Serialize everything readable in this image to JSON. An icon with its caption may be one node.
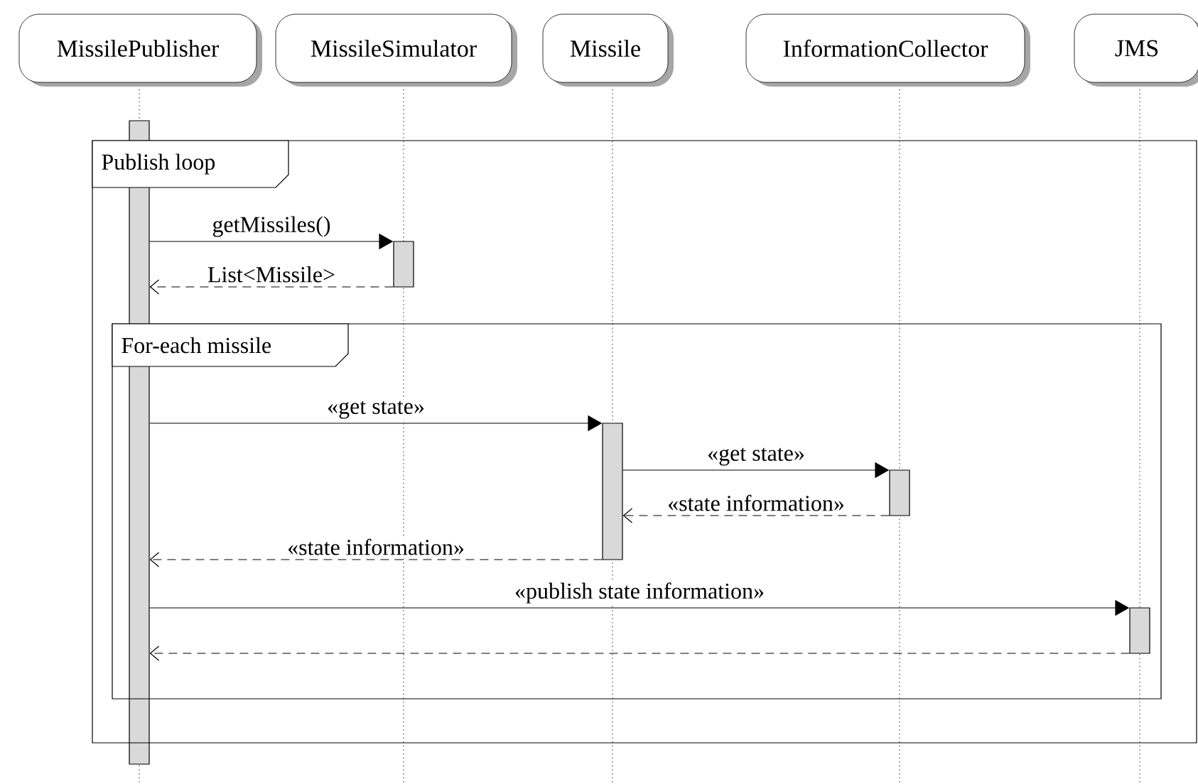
{
  "diagram": {
    "nodes": [
      {
        "text": [
          "MissilePublisher"
        ]
      },
      {
        "text": [
          "MissileSimulator"
        ]
      },
      {
        "text": [
          "Missile"
        ]
      },
      {
        "text": [
          "InformationCollector"
        ]
      },
      {
        "text": [
          "JMS"
        ]
      },
      {
        "text": [
          "Publish loop"
        ]
      },
      {
        "text": [
          "For-each missile"
        ],
        "in": 5
      },
      {
        "text": [],
        "shape": "bar"
      },
      {
        "text": [],
        "shape": "bar",
        "in": 5
      },
      {
        "text": [],
        "shape": "bar",
        "in": 6
      },
      {
        "text": [],
        "shape": "bar",
        "in": 6
      },
      {
        "text": [],
        "shape": "bar",
        "in": 6
      }
    ],
    "edges": [
      {
        "from": 7,
        "to": 8,
        "arrow": "to",
        "label": "getMissiles()"
      },
      {
        "from": 8,
        "to": 7,
        "arrow": "to",
        "style": "dashed",
        "label": "List<Missile>"
      },
      {
        "from": 7,
        "to": 9,
        "arrow": "to",
        "label": "«get state»"
      },
      {
        "from": 9,
        "to": 10,
        "arrow": "to",
        "label": "«get state»"
      },
      {
        "from": 10,
        "to": 9,
        "arrow": "to",
        "style": "dashed",
        "label": "«state information»"
      },
      {
        "from": 9,
        "to": 7,
        "arrow": "to",
        "style": "dashed",
        "label": "«state information»"
      },
      {
        "from": 7,
        "to": 11,
        "arrow": "to",
        "label": "«publish state information»"
      },
      {
        "from": 11,
        "to": 7,
        "arrow": "to",
        "style": "dashed"
      }
    ]
  }
}
